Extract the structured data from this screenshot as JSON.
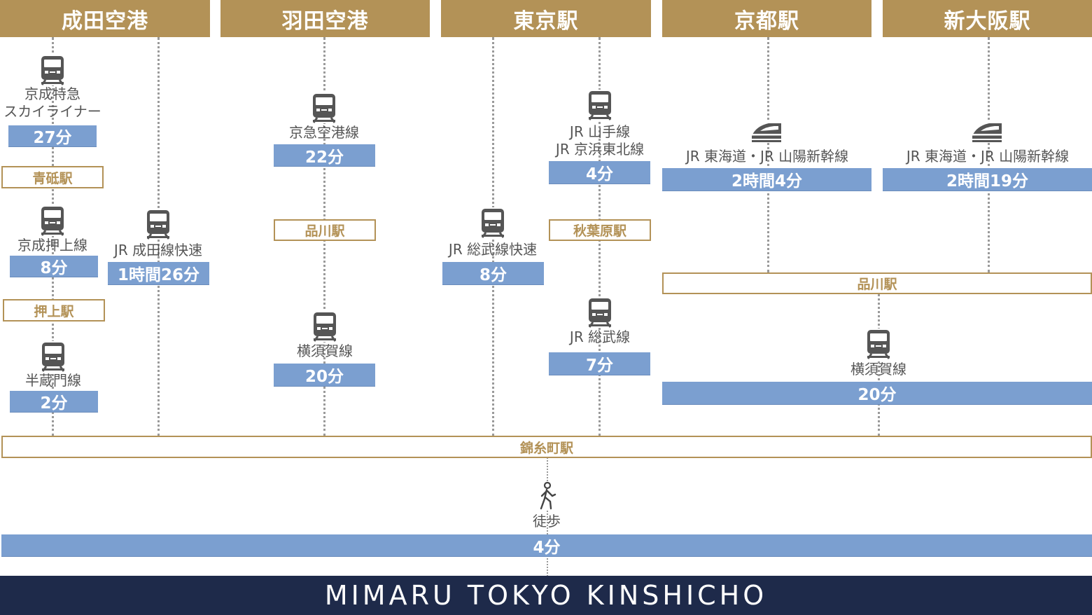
{
  "headers": [
    "成田空港",
    "羽田空港",
    "東京駅",
    "京都駅",
    "新大阪駅"
  ],
  "narita": {
    "keisei_skyliner_line1": "京成特急",
    "keisei_skyliner_line2": "スカイライナー",
    "keisei_skyliner_time": "27分",
    "aoto_station": "青砥駅",
    "keisei_oshiage": "京成押上線",
    "keisei_oshiage_time": "8分",
    "oshiage_station": "押上駅",
    "hanzomon": "半蔵門線",
    "hanzomon_time": "2分",
    "jr_narita": "JR 成田線快速",
    "jr_narita_time": "1時間26分"
  },
  "haneda": {
    "keikyu": "京急空港線",
    "keikyu_time": "22分",
    "shinagawa_station": "品川駅",
    "yokosuka": "横須賀線",
    "yokosuka_time": "20分"
  },
  "tokyo": {
    "sobu_rapid": "JR 総武線快速",
    "sobu_rapid_time": "8分",
    "yamanote_line1": "JR 山手線",
    "yamanote_line2": "JR 京浜東北線",
    "yamanote_time": "4分",
    "akihabara_station": "秋葉原駅",
    "sobu": "JR 総武線",
    "sobu_time": "7分"
  },
  "kyoto": {
    "shinkansen": "JR 東海道・JR 山陽新幹線",
    "time": "2時間4分"
  },
  "shin_osaka": {
    "shinkansen": "JR 東海道・JR 山陽新幹線",
    "time": "2時間19分"
  },
  "shinagawa_shared": {
    "station": "品川駅",
    "yokosuka": "横須賀線",
    "yokosuka_time": "20分"
  },
  "kinshicho_station": "錦糸町駅",
  "walk": {
    "label": "徒歩",
    "time": "4分"
  },
  "footer": "MIMARU TOKYO KINSHICHO",
  "colors": {
    "header": "#B39257",
    "time_bar": "#7B9FD0",
    "footer": "#1E2A4A",
    "route_line": "#9a9a9a"
  },
  "icons": [
    "train-icon",
    "shinkansen-icon",
    "walking-person-icon"
  ]
}
